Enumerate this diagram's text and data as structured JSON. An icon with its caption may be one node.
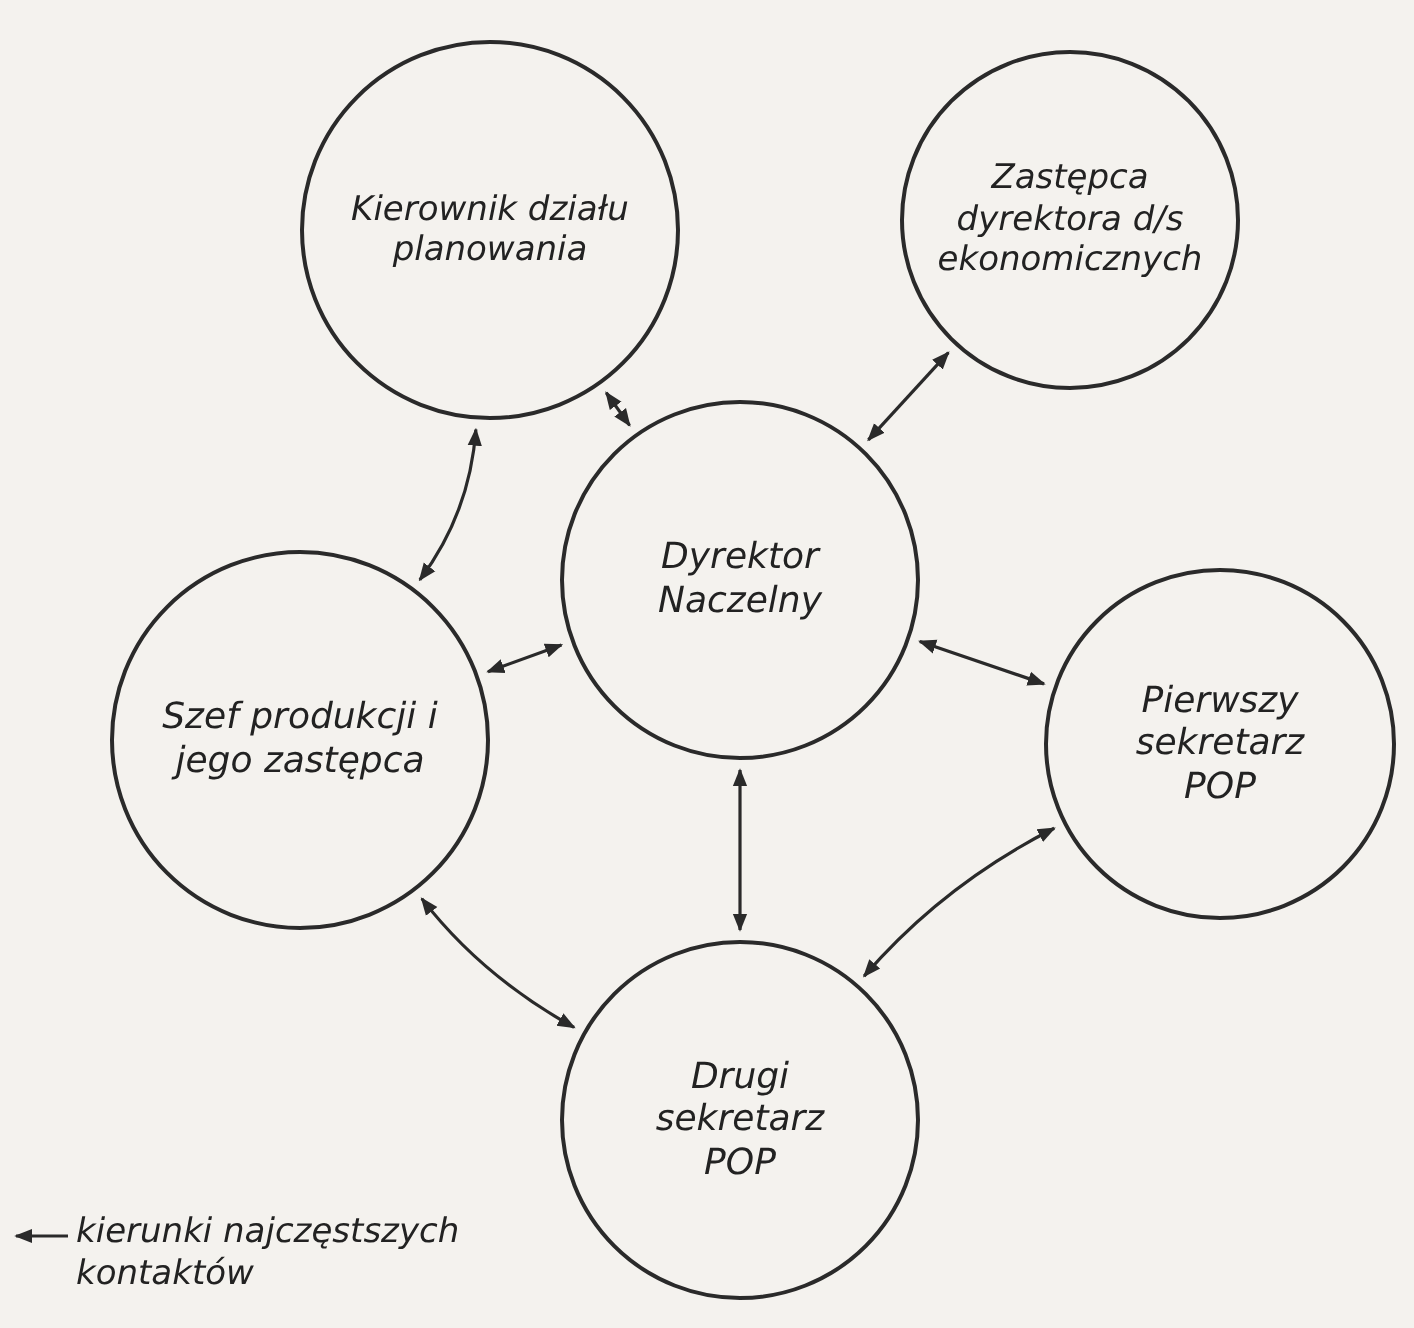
{
  "diagram": {
    "nodes": [
      {
        "text": [
          "Kierownik działu planowania"
        ]
      },
      {
        "text": [
          "Zastępca dyrektora d/s ekonomicznych"
        ]
      },
      {
        "text": [
          "Dyrektor Naczelny"
        ]
      },
      {
        "text": [
          "Szef produkcji i jego zastępca"
        ]
      },
      {
        "text": [
          "Pierwszy sekretarz POP"
        ]
      },
      {
        "text": [
          "Drugi sekretarz POP"
        ]
      }
    ],
    "edges": [
      {
        "from": 0,
        "to": 3,
        "arrow": "both"
      },
      {
        "from": 0,
        "to": 2,
        "arrow": "both"
      },
      {
        "from": 1,
        "to": 2,
        "arrow": "both"
      },
      {
        "from": 3,
        "to": 2,
        "arrow": "both"
      },
      {
        "from": 2,
        "to": 4,
        "arrow": "both"
      },
      {
        "from": 2,
        "to": 5,
        "arrow": "both"
      },
      {
        "from": 3,
        "to": 5,
        "arrow": "both"
      },
      {
        "from": 4,
        "to": 5,
        "arrow": "both"
      }
    ],
    "legend": [
      {
        "text": "kierunki najczęstszych kontaktów"
      }
    ]
  }
}
